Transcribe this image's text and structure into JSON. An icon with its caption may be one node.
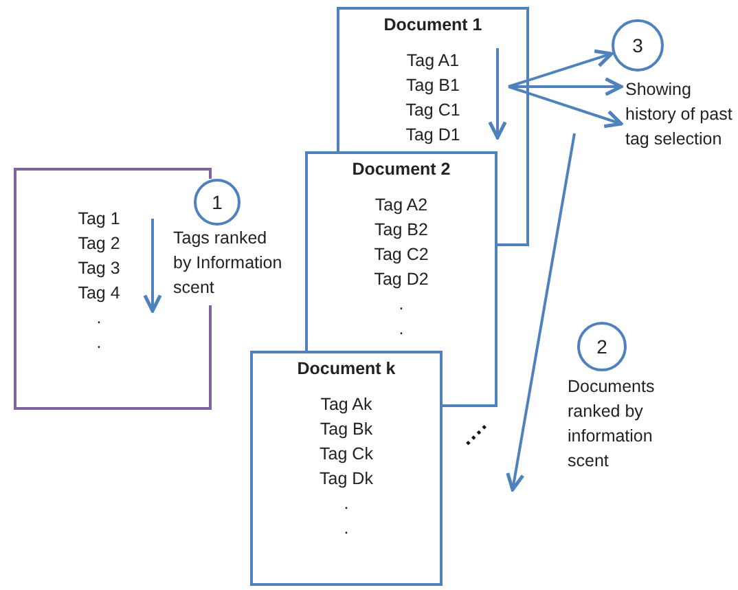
{
  "diagram": {
    "nodes": [
      {
        "text": [
          "Tag 1",
          "Tag 2",
          "Tag 3",
          "Tag 4",
          ".",
          "."
        ]
      },
      {
        "text": [
          "1"
        ],
        "beside": [
          "Tags ranked by Information scent"
        ]
      },
      {
        "text": [
          "Document 1",
          "Tag A1",
          "Tag B1",
          "Tag C1",
          "Tag D1"
        ]
      },
      {
        "text": [
          "Document 2",
          "Tag A2",
          "Tag B2",
          "Tag C2",
          "Tag D2",
          ".",
          "."
        ]
      },
      {
        "text": [
          "Document k",
          "Tag Ak",
          "Tag Bk",
          "Tag Ck",
          "Tag Dk",
          ".",
          "."
        ]
      },
      {
        "text": [
          "3"
        ]
      },
      {
        "text": [
          "Showing history of past tag selection"
        ]
      },
      {
        "text": [
          "2"
        ],
        "beside": [
          "Documents ranked by information scent"
        ]
      }
    ],
    "edges": [
      {
        "from": 2,
        "to": 5,
        "arrow": "to"
      },
      {
        "from": 2,
        "to": 6,
        "arrow": "to"
      },
      {
        "from": 2,
        "to": 6,
        "arrow": "to"
      }
    ],
    "labels": [
      "...."
    ]
  }
}
